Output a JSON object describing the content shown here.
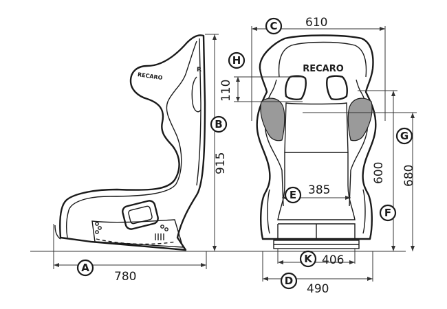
{
  "brand": "RECARO",
  "brand_side_suffix": "R",
  "labels": {
    "A": "A",
    "B": "B",
    "C": "C",
    "D": "D",
    "E": "E",
    "F": "F",
    "G": "G",
    "H": "H",
    "K": "K"
  },
  "dimensions": {
    "A": "780",
    "B": "915",
    "C": "610",
    "D": "490",
    "E": "385",
    "F": "600",
    "G": "680",
    "H": "110",
    "K": "406"
  },
  "colors": {
    "line": "#1a1a1a",
    "pad": "#9a9a9a",
    "background": "#ffffff"
  }
}
